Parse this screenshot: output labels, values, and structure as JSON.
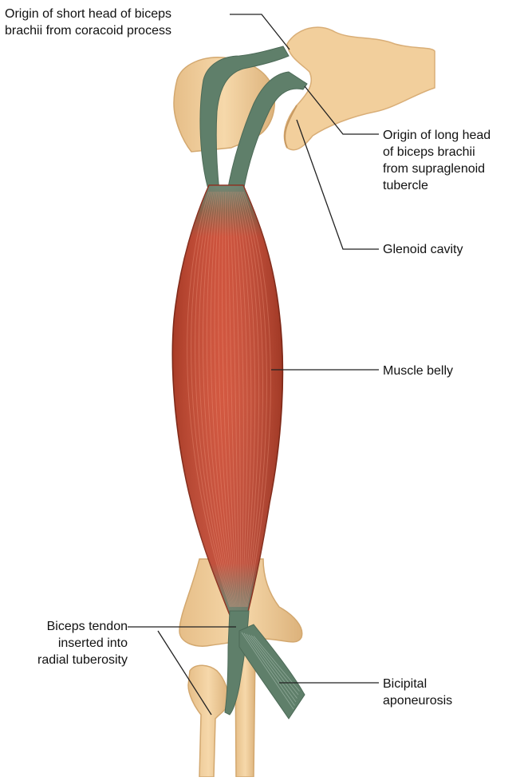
{
  "labels": {
    "short_head_origin": "Origin of short head of biceps\nbrachii from coracoid process",
    "long_head_origin": "Origin of long head\nof biceps brachii\nfrom supraglenoid\ntubercle",
    "glenoid_cavity": "Glenoid cavity",
    "muscle_belly": "Muscle belly",
    "biceps_tendon": "Biceps tendon\ninserted into\nradial tuberosity",
    "bicipital_aponeurosis": "Bicipital\naponeurosis"
  },
  "colors": {
    "bone": "#f2cf9c",
    "bone_shadow": "#d9ae77",
    "tendon": "#5f7f6a",
    "muscle": "#c9442c",
    "muscle_dark": "#a8301e",
    "leader_line": "#222222"
  }
}
